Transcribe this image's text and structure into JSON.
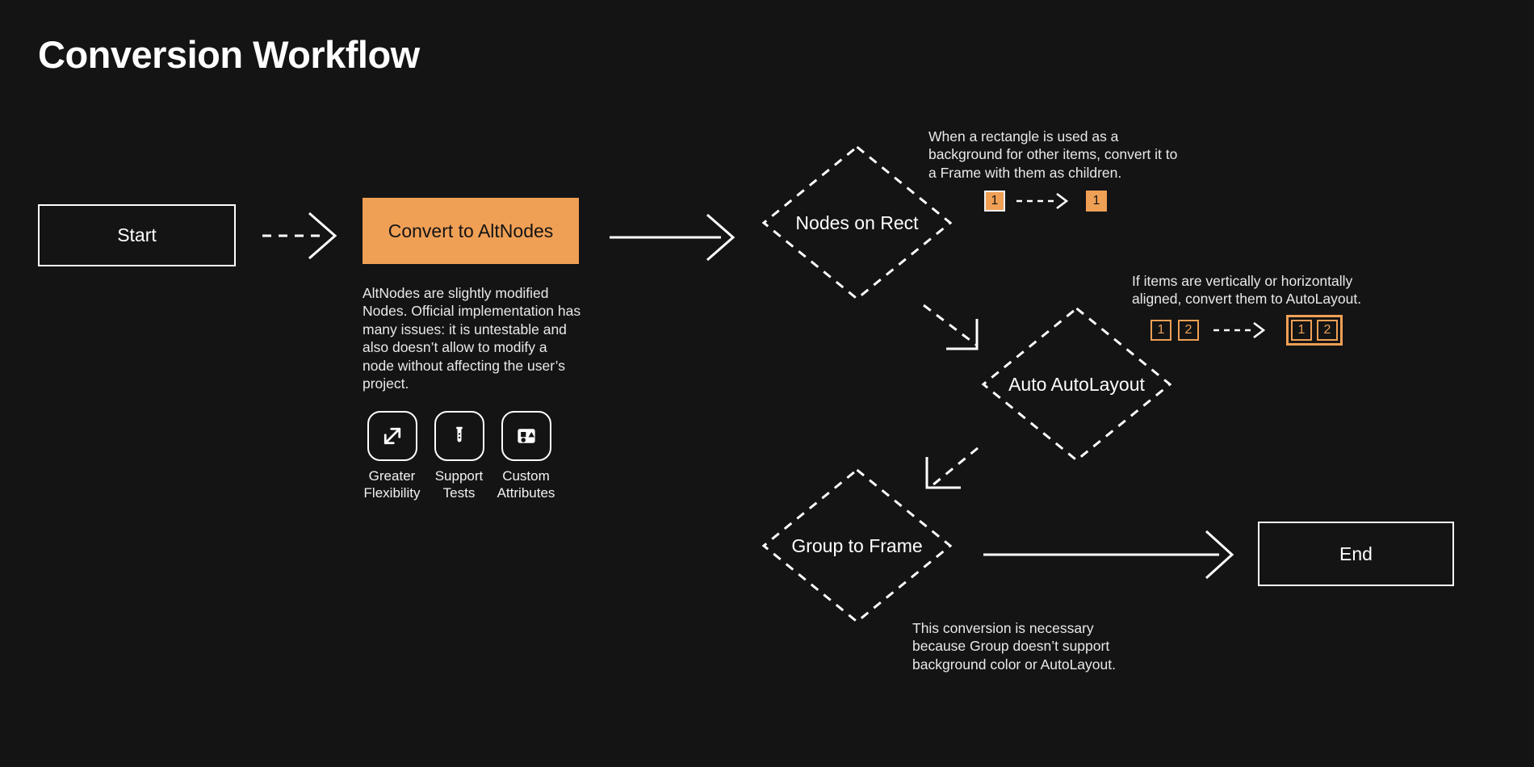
{
  "page": {
    "title": "Conversion Workflow",
    "background_color": "#141414",
    "accent_color": "#f0a055",
    "text_color": "#ffffff"
  },
  "nodes": {
    "start": {
      "label": "Start",
      "shape": "rectangle"
    },
    "convert": {
      "label": "Convert to AltNodes",
      "shape": "rectangle-filled"
    },
    "nodes_on_rect": {
      "label": "Nodes on Rect",
      "shape": "diamond"
    },
    "auto_autolayout": {
      "label": "Auto AutoLayout",
      "shape": "diamond"
    },
    "group_to_frame": {
      "label": "Group to Frame",
      "shape": "diamond"
    },
    "end": {
      "label": "End",
      "shape": "rectangle"
    }
  },
  "annotations": {
    "altnodes_description": "AltNodes are slightly modified Nodes. Official implementation has many issues: it is untestable and also doesn’t allow to modify a node without affecting the user’s project.",
    "nodes_on_rect_note": "When a rectangle is used as a background for other items, convert it to a Frame with them as children.",
    "auto_autolayout_note": "If items are vertically or horizontally aligned, convert them to AutoLayout.",
    "group_to_frame_note": "This conversion is necessary because Group doesn’t support background color or AutoLayout."
  },
  "features": [
    {
      "icon": "expand-arrows-icon",
      "label_line1": "Greater",
      "label_line2": "Flexibility"
    },
    {
      "icon": "test-tube-icon",
      "label_line1": "Support",
      "label_line2": "Tests"
    },
    {
      "icon": "shapes-frame-icon",
      "label_line1": "Custom",
      "label_line2": "Attributes"
    }
  ],
  "chips": {
    "nodes_on_rect": {
      "before": [
        {
          "value": "1",
          "style": "filled-bordered"
        }
      ],
      "after": [
        {
          "value": "1",
          "style": "filled"
        }
      ]
    },
    "auto_autolayout": {
      "before": [
        {
          "value": "1",
          "style": "outline"
        },
        {
          "value": "2",
          "style": "outline"
        }
      ],
      "after_group": [
        {
          "value": "1",
          "style": "outline"
        },
        {
          "value": "2",
          "style": "outline"
        }
      ]
    }
  },
  "edges": [
    {
      "from": "start",
      "to": "convert",
      "style": "dashed"
    },
    {
      "from": "convert",
      "to": "nodes_on_rect",
      "style": "solid"
    },
    {
      "from": "nodes_on_rect",
      "to": "auto_autolayout",
      "style": "dashed-elbow"
    },
    {
      "from": "auto_autolayout",
      "to": "group_to_frame",
      "style": "dashed-elbow"
    },
    {
      "from": "group_to_frame",
      "to": "end",
      "style": "solid"
    }
  ]
}
